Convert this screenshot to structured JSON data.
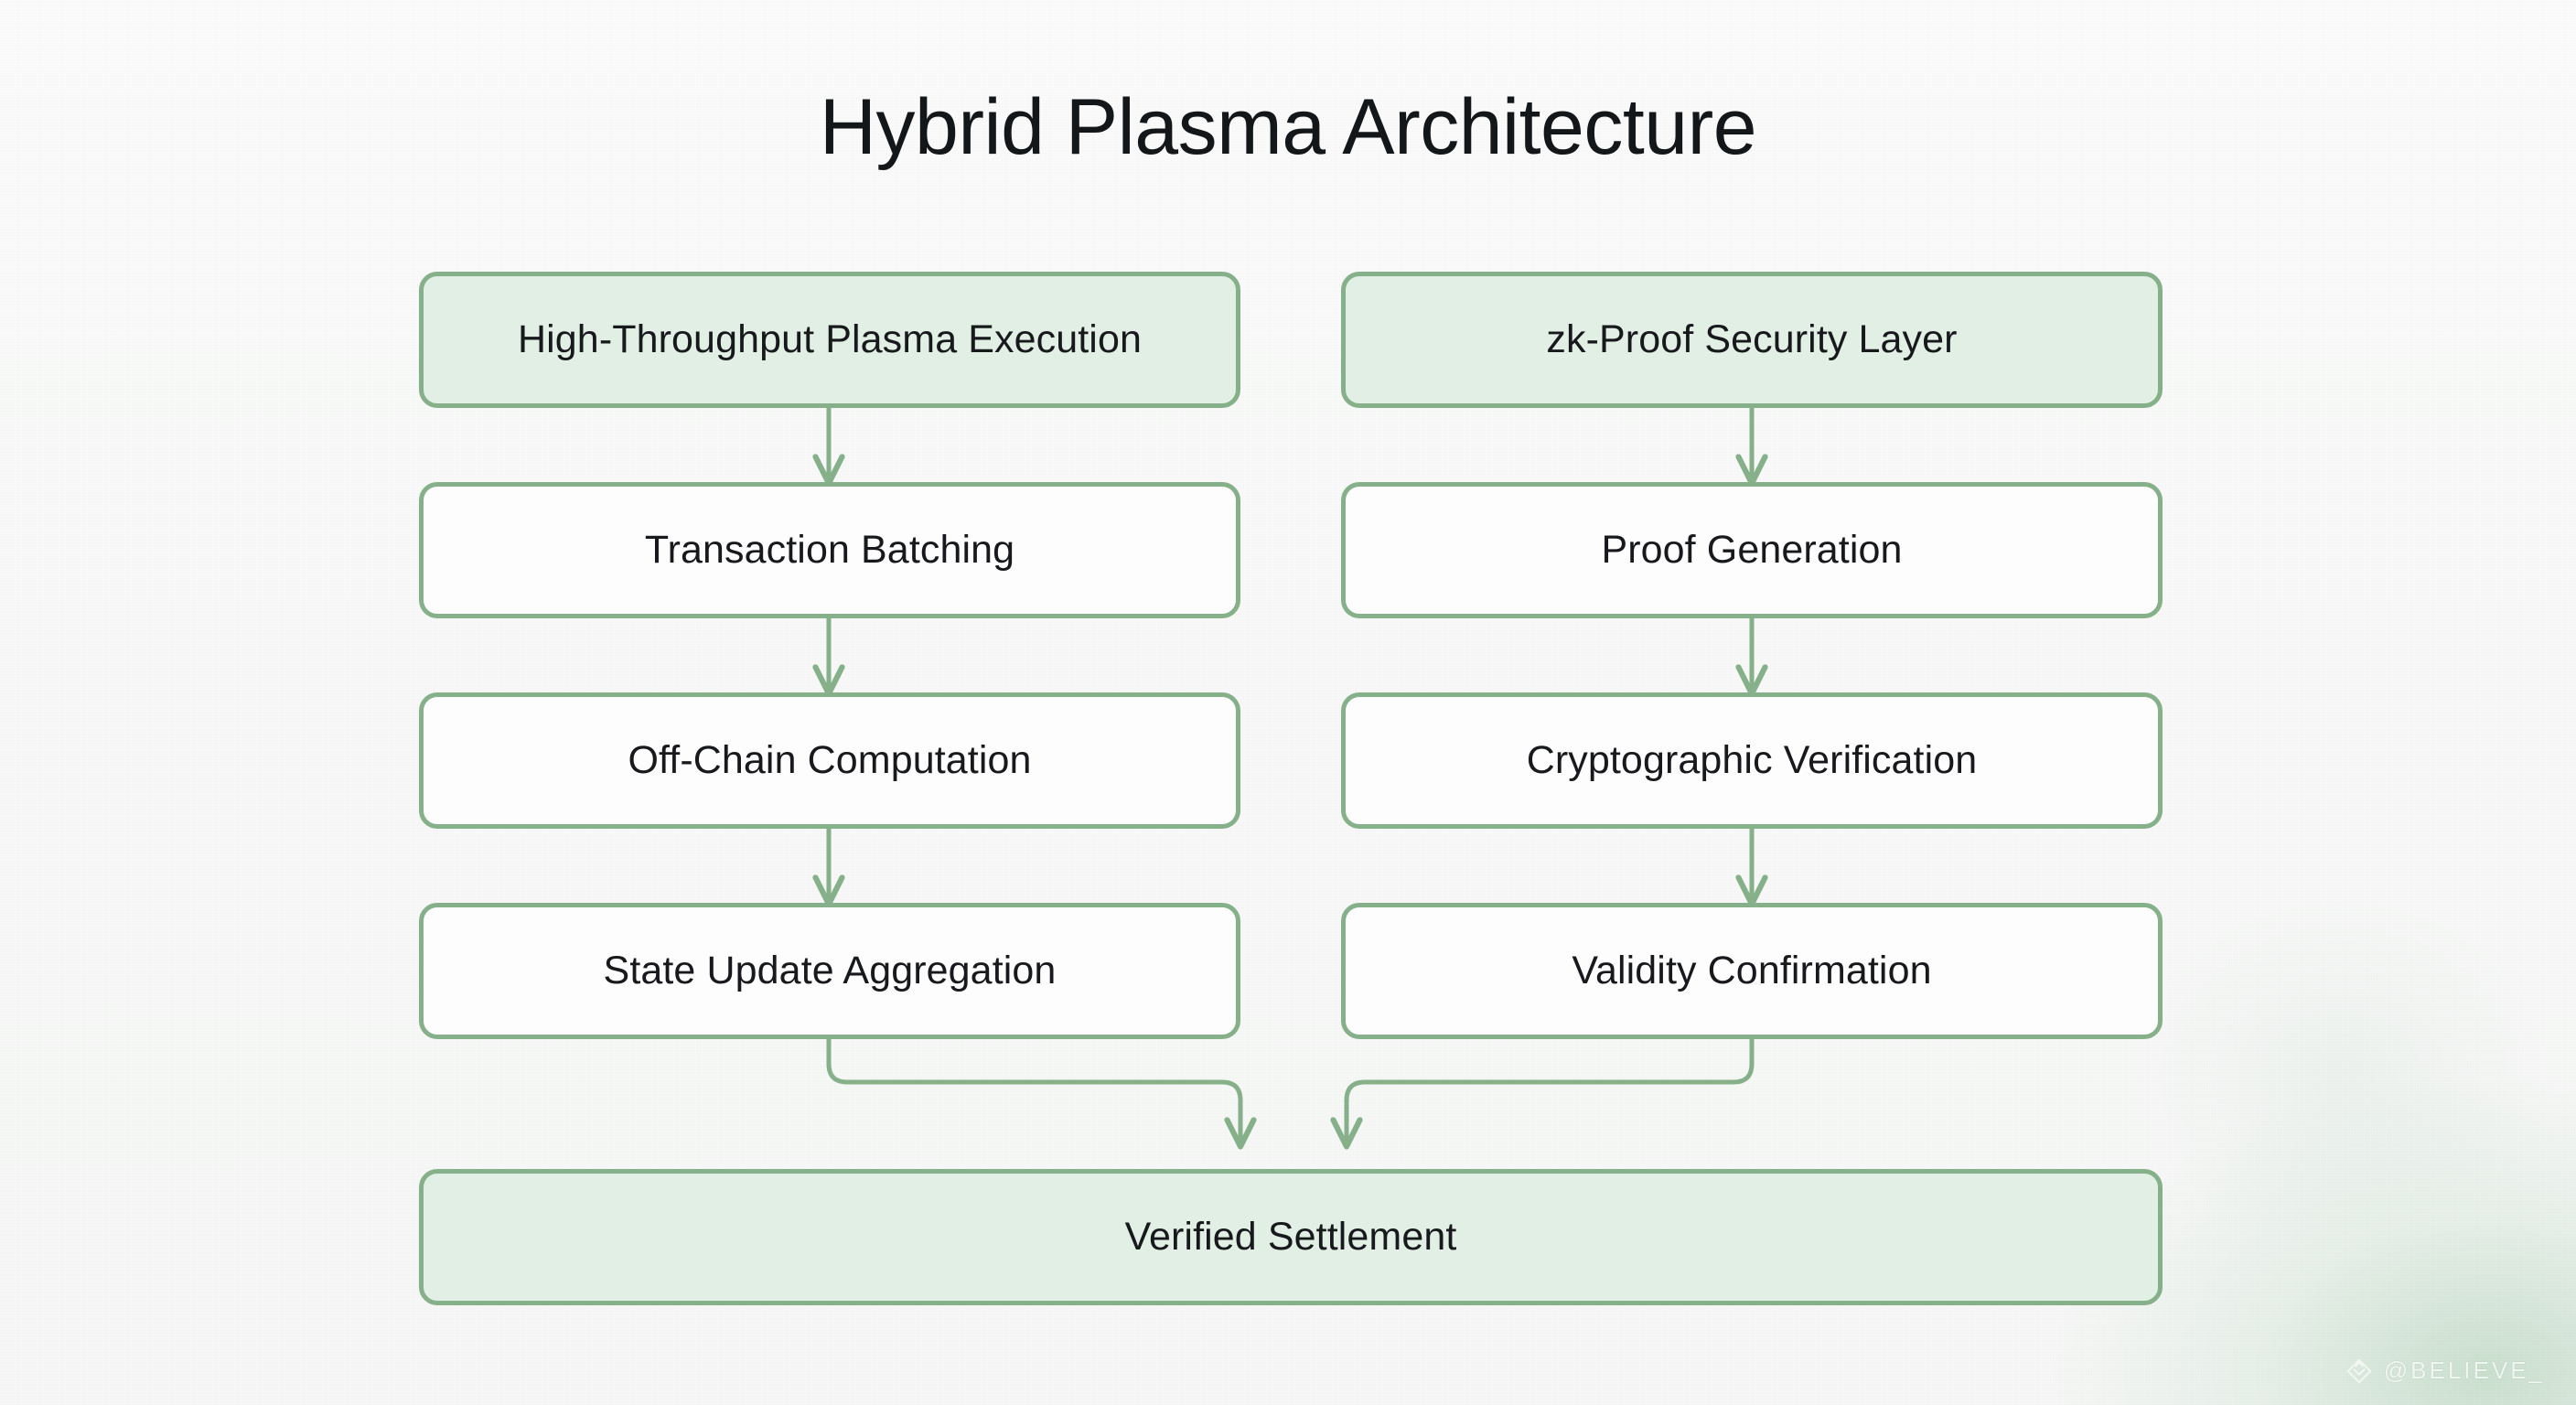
{
  "page": {
    "title": "Hybrid Plasma Architecture",
    "background_color": "#f8f9f8",
    "accent_color": "#86b089",
    "accent_fill": "#e2efe4",
    "text_color": "#17191c"
  },
  "diagram": {
    "type": "flowchart",
    "direction": "top-down",
    "columns": [
      {
        "name": "execution-column",
        "nodes": [
          {
            "id": "n1",
            "label": "High-Throughput Plasma Execution",
            "style": "accent"
          },
          {
            "id": "n2",
            "label": "Transaction Batching",
            "style": "plain"
          },
          {
            "id": "n3",
            "label": "Off-Chain Computation",
            "style": "plain"
          },
          {
            "id": "n4",
            "label": "State Update Aggregation",
            "style": "plain"
          }
        ]
      },
      {
        "name": "security-column",
        "nodes": [
          {
            "id": "n5",
            "label": "zk-Proof Security Layer",
            "style": "accent"
          },
          {
            "id": "n6",
            "label": "Proof Generation",
            "style": "plain"
          },
          {
            "id": "n7",
            "label": "Cryptographic Verification",
            "style": "plain"
          },
          {
            "id": "n8",
            "label": "Validity Confirmation",
            "style": "plain"
          }
        ]
      }
    ],
    "terminal": {
      "id": "n9",
      "label": "Verified Settlement",
      "style": "accent"
    },
    "edges": [
      {
        "from": "n1",
        "to": "n2",
        "arrow": true
      },
      {
        "from": "n2",
        "to": "n3",
        "arrow": true
      },
      {
        "from": "n3",
        "to": "n4",
        "arrow": true
      },
      {
        "from": "n5",
        "to": "n6",
        "arrow": true
      },
      {
        "from": "n6",
        "to": "n7",
        "arrow": true
      },
      {
        "from": "n7",
        "to": "n8",
        "arrow": true
      },
      {
        "from": "n4",
        "to": "n9",
        "arrow": true
      },
      {
        "from": "n8",
        "to": "n9",
        "arrow": true
      }
    ]
  },
  "watermark": {
    "handle": "@BELIEVE_",
    "logo": "diamond-logo"
  }
}
